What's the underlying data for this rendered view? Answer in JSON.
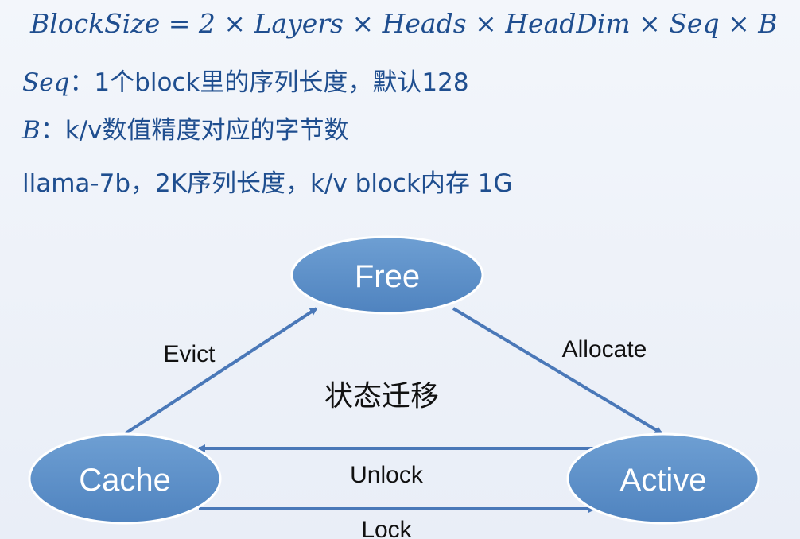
{
  "formula": {
    "lhs": "BlockSize",
    "rhs": "= 2 × Layers × Heads × HeadDim × Seq × B"
  },
  "notes": {
    "seq": {
      "symbol": "Seq",
      "text": "：1个block里的序列长度，默认128"
    },
    "b": {
      "symbol": "B",
      "text": "：k/v数值精度对应的字节数"
    },
    "llama": "llama-7b，2K序列长度，k/v block内存 1G"
  },
  "diagram": {
    "title": "状态迁移",
    "nodes": {
      "free": "Free",
      "cache": "Cache",
      "active": "Active"
    },
    "edges": {
      "evict": "Evict",
      "allocate": "Allocate",
      "unlock": "Unlock",
      "lock": "Lock"
    },
    "colors": {
      "node_fill": "#5b8ec6",
      "node_stroke": "#ffffff",
      "arrow": "#4a78b8"
    }
  }
}
